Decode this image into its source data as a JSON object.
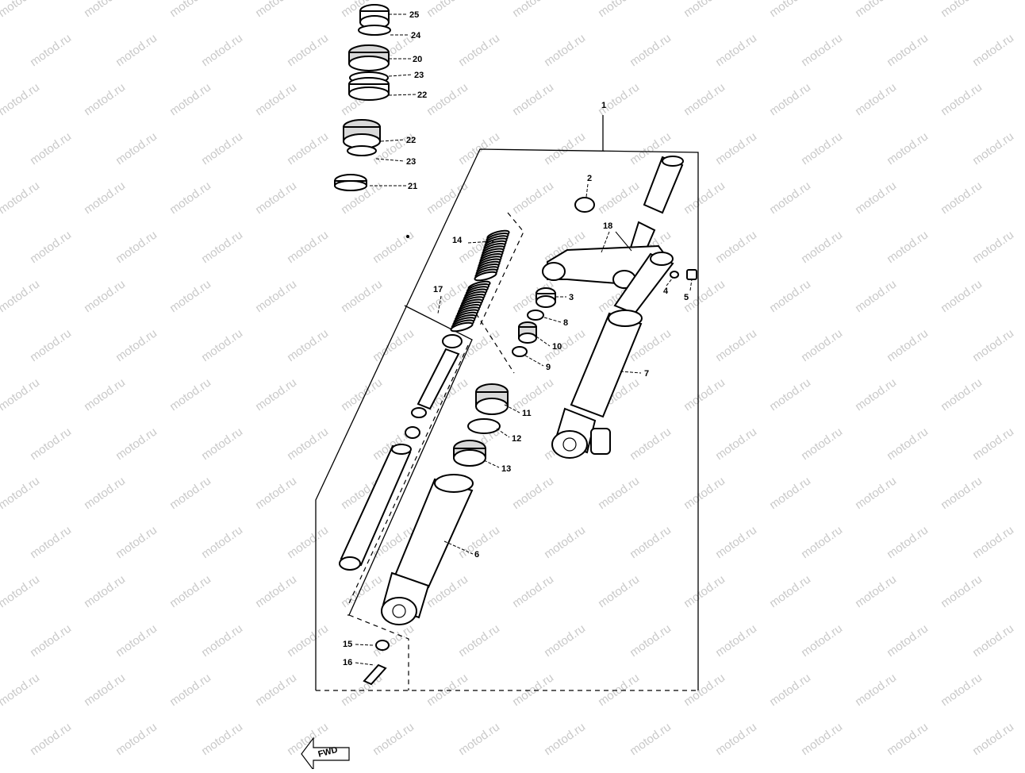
{
  "watermark": "motod.ru",
  "front_arrow": "FWD",
  "callouts": [
    {
      "id": "1",
      "label": "1"
    },
    {
      "id": "2",
      "label": "2"
    },
    {
      "id": "3",
      "label": "3"
    },
    {
      "id": "4",
      "label": "4"
    },
    {
      "id": "5",
      "label": "5"
    },
    {
      "id": "6",
      "label": "6"
    },
    {
      "id": "7",
      "label": "7"
    },
    {
      "id": "8",
      "label": "8"
    },
    {
      "id": "9",
      "label": "9"
    },
    {
      "id": "10",
      "label": "10"
    },
    {
      "id": "11",
      "label": "11"
    },
    {
      "id": "12",
      "label": "12"
    },
    {
      "id": "13",
      "label": "13"
    },
    {
      "id": "14",
      "label": "14"
    },
    {
      "id": "15",
      "label": "15"
    },
    {
      "id": "16",
      "label": "16"
    },
    {
      "id": "17",
      "label": "17"
    },
    {
      "id": "18",
      "label": "18"
    },
    {
      "id": "20",
      "label": "20"
    },
    {
      "id": "21",
      "label": "21"
    },
    {
      "id": "22a",
      "label": "22"
    },
    {
      "id": "22b",
      "label": "22"
    },
    {
      "id": "23a",
      "label": "23"
    },
    {
      "id": "23b",
      "label": "23"
    },
    {
      "id": "24",
      "label": "24"
    },
    {
      "id": "25",
      "label": "25"
    }
  ]
}
